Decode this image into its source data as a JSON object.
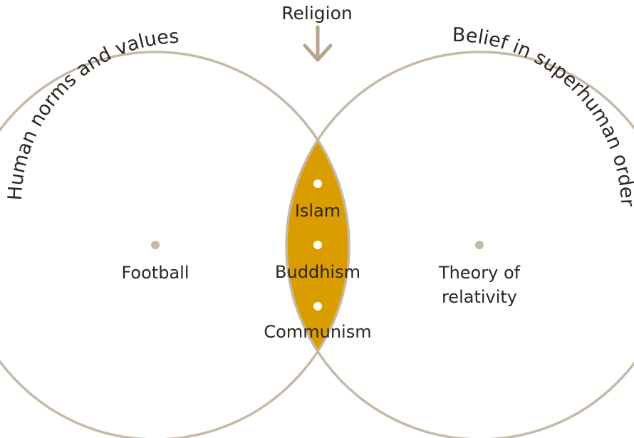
{
  "title": "Religion",
  "sets": {
    "left": {
      "label": "Human norms and values"
    },
    "right": {
      "label": "Belief in superhuman order"
    }
  },
  "items": {
    "left_only": [
      "Football"
    ],
    "intersection": [
      "Islam",
      "Buddhism",
      "Communism"
    ],
    "right_only": [
      "Theory of",
      "relativity"
    ]
  },
  "colors": {
    "circle_stroke": "#c6b9a6",
    "intersection_fill": "#d99d00",
    "dot_light": "#ffffff",
    "dot_muted": "#c6b9a6",
    "arrow": "#b6a48c",
    "text": "#2a2622"
  },
  "icons": {
    "pointer": "arrow-down-icon"
  }
}
